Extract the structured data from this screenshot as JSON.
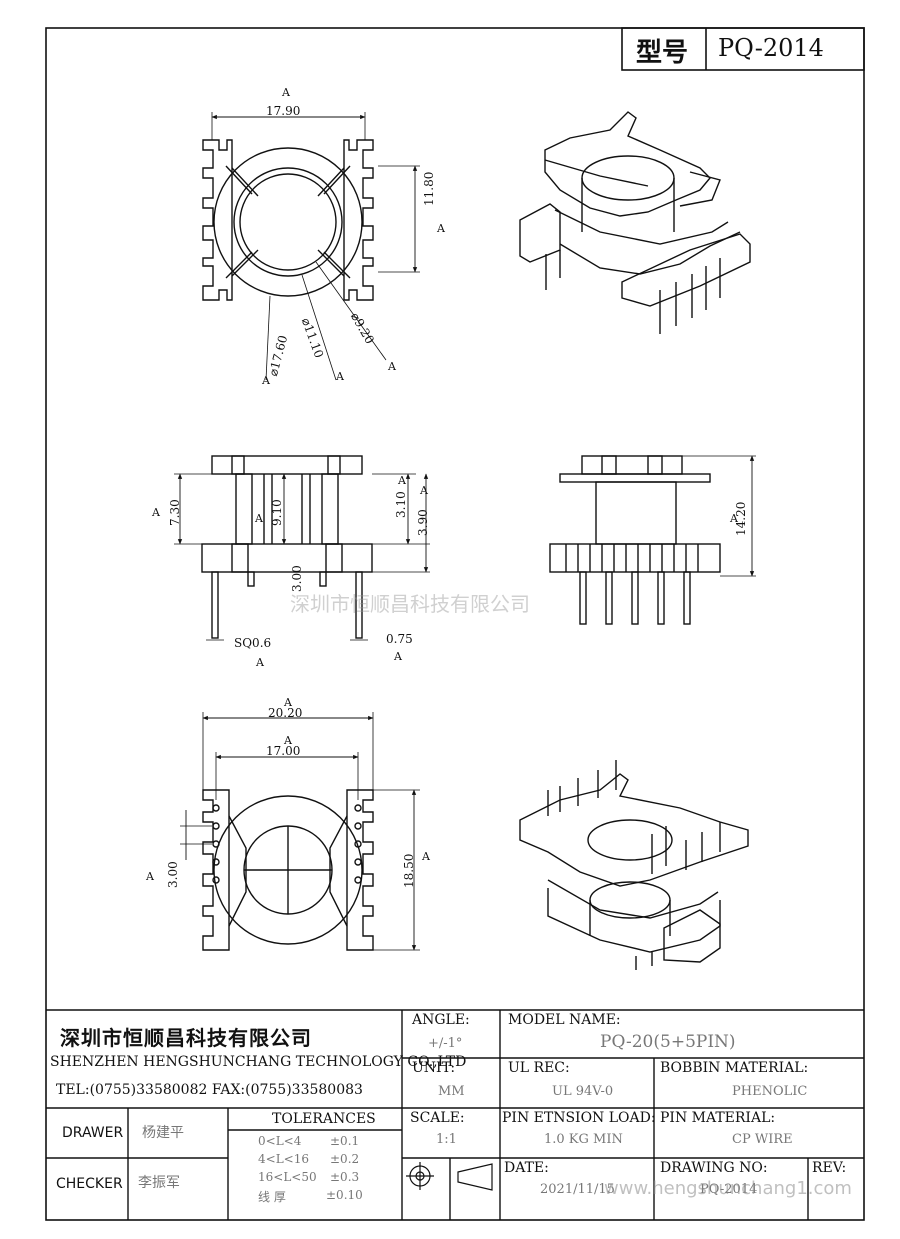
{
  "header": {
    "model_label": "型号",
    "model_value": "PQ-2014"
  },
  "dims": {
    "top_width": "17.90",
    "top_height": "11.80",
    "dia_outer": "⌀17.60",
    "dia_mid": "⌀11.10",
    "dia_inner": "⌀9.20",
    "side_total": "7.30",
    "side_core": "9.10",
    "side_upper": "3.10",
    "side_lower": "3.90",
    "side_pin_len": "3.00",
    "pin_sq": "SQ0.6",
    "pin_gap": "0.75",
    "front_height": "14.20",
    "bottom_width_outer": "20.20",
    "bottom_width_inner": "17.00",
    "bottom_pitch": "3.00",
    "bottom_height": "18.50",
    "tolerance_mark": "A"
  },
  "watermark": {
    "center": "深圳市恒顺昌科技有限公司",
    "corner": "www.hengshunchang1.com"
  },
  "titleblock": {
    "company_cn": "深圳市恒顺昌科技有限公司",
    "company_en": "SHENZHEN HENGSHUNCHANG TECHNOLOGY CO.,LTD",
    "contact": "TEL:(0755)33580082 FAX:(0755)33580083",
    "drawer_label": "DRAWER",
    "drawer_value": "杨建平",
    "checker_label": "CHECKER",
    "checker_value": "李振军",
    "tolerances_label": "TOLERANCES",
    "tol_rows": [
      {
        "range": "0<L<4",
        "value": "±0.1"
      },
      {
        "range": "4<L<16",
        "value": "±0.2"
      },
      {
        "range": "16<L<50",
        "value": "±0.3"
      },
      {
        "range": "线  厚",
        "value": "±0.10"
      }
    ],
    "angle_label": "ANGLE:",
    "angle_value": "+/-1°",
    "unit_label": "UNIT:",
    "unit_value": "MM",
    "scale_label": "SCALE:",
    "scale_value": "1:1",
    "model_name_label": "MODEL NAME:",
    "model_name_value": "PQ-20(5+5PIN)",
    "ul_label": "UL REC:",
    "ul_value": "UL 94V-0",
    "bobbin_label": "BOBBIN MATERIAL:",
    "bobbin_value": "PHENOLIC",
    "pin_load_label": "PIN ETNSION LOAD:",
    "pin_load_value": "1.0 KG MIN",
    "pin_mat_label": "PIN MATERIAL:",
    "pin_mat_value": "CP WIRE",
    "date_label": "DATE:",
    "date_value": "2021/11/15",
    "drawing_no_label": "DRAWING NO:",
    "drawing_no_value": "PQ-2014",
    "rev_label": "REV:",
    "rev_value": ""
  }
}
